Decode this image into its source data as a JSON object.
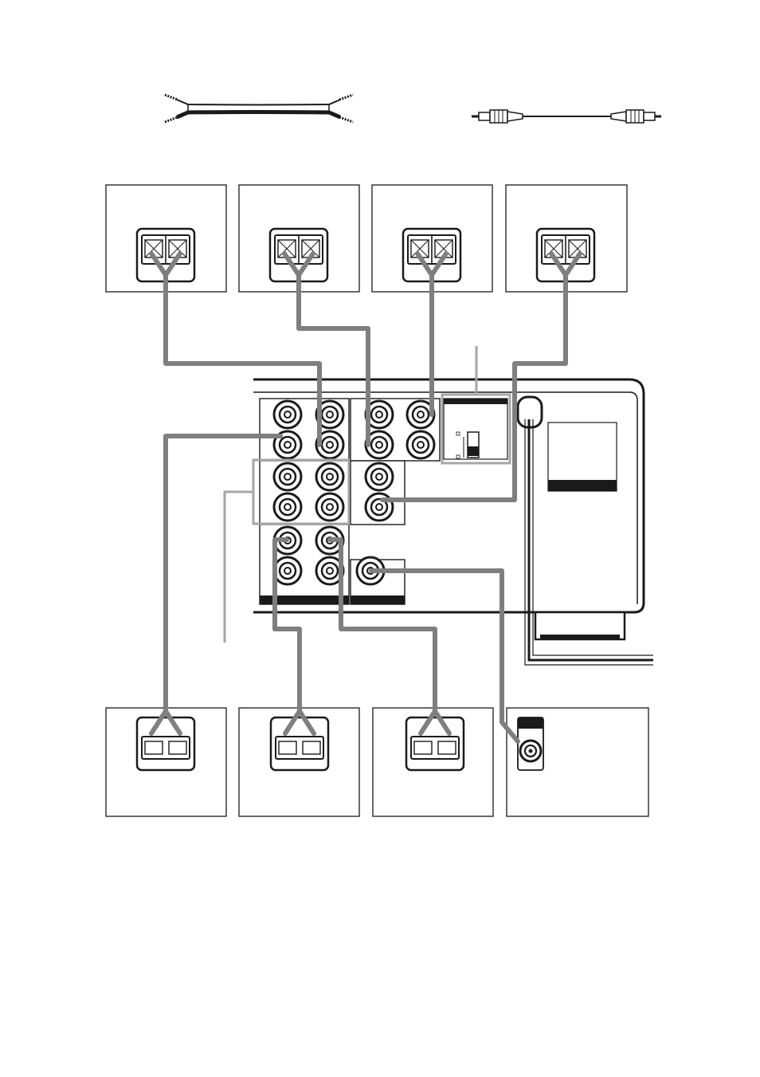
{
  "diagram": {
    "kind": "speaker-connection-wiring",
    "cables": [
      {
        "id": "speaker-cord",
        "icon": "speaker-cord-icon"
      },
      {
        "id": "monaural-audio-cord",
        "icon": "rca-cord-icon"
      }
    ],
    "front_speakers": 4,
    "rear_speakers": 3,
    "subwoofer": 1,
    "colors": {
      "line": "#1a1a1a",
      "wire": "#7f7f7f",
      "callout": "#a6a6a6",
      "background": "#ffffff"
    }
  }
}
